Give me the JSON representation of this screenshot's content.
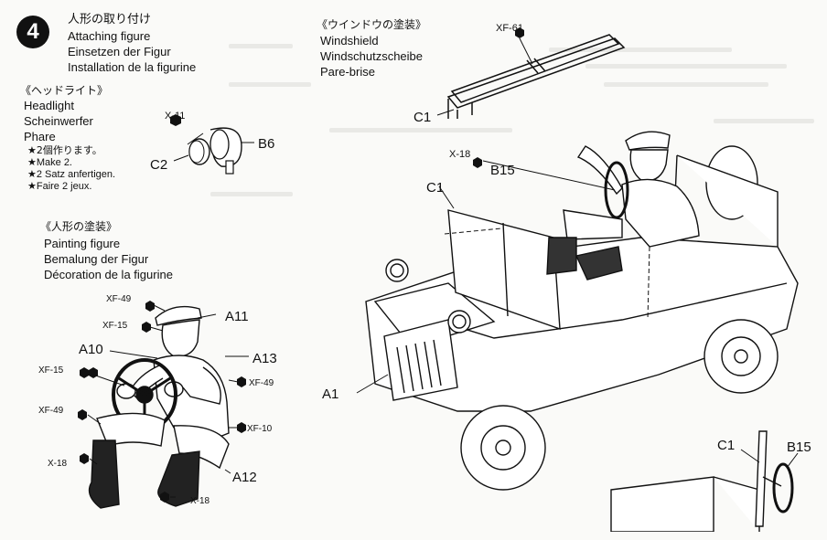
{
  "step": {
    "number": "4"
  },
  "attach": {
    "jp": "人形の取り付け",
    "en": "Attaching figure",
    "de": "Einsetzen der Figur",
    "fr": "Installation de la figurine"
  },
  "headlight": {
    "jp": "《ヘッドライト》",
    "en": "Headlight",
    "de": "Scheinwerfer",
    "fr": "Phare",
    "notes": [
      "★2個作ります。",
      "★Make 2.",
      "★2 Satz anfertigen.",
      "★Faire 2 jeux."
    ],
    "parts": {
      "x11": "X-11",
      "b6": "B6",
      "c2": "C2"
    }
  },
  "windshield": {
    "jp": "《ウインドウの塗装》",
    "en": "Windshield",
    "de": "Windschutzscheibe",
    "fr": "Pare-brise",
    "parts": {
      "xf61": "XF-61",
      "c1": "C1"
    }
  },
  "painting": {
    "jp": "《人形の塗装》",
    "en": "Painting figure",
    "de": "Bemalung der Figur",
    "fr": "Décoration de la figurine"
  },
  "figure_parts": {
    "a11": "A11",
    "a10": "A10",
    "a13": "A13",
    "a12": "A12",
    "xf49_top": "XF-49",
    "xf15_cap": "XF-15",
    "xf15_hands": "XF-15",
    "xf49_right": "XF-49",
    "xf49_left": "XF-49",
    "xf10": "XF-10",
    "x18_boot": "X-18",
    "x18_bottom": "X-18"
  },
  "jeep_parts": {
    "x18": "X-18",
    "b15": "B15",
    "c1": "C1",
    "a1": "A1"
  },
  "detail_parts": {
    "c1": "C1",
    "b15": "B15"
  },
  "colors": {
    "ink": "#111111",
    "paper": "#fafaf8",
    "step_badge": "#111111"
  },
  "icons": [
    "paint-drop-icon",
    "step-number-badge"
  ]
}
